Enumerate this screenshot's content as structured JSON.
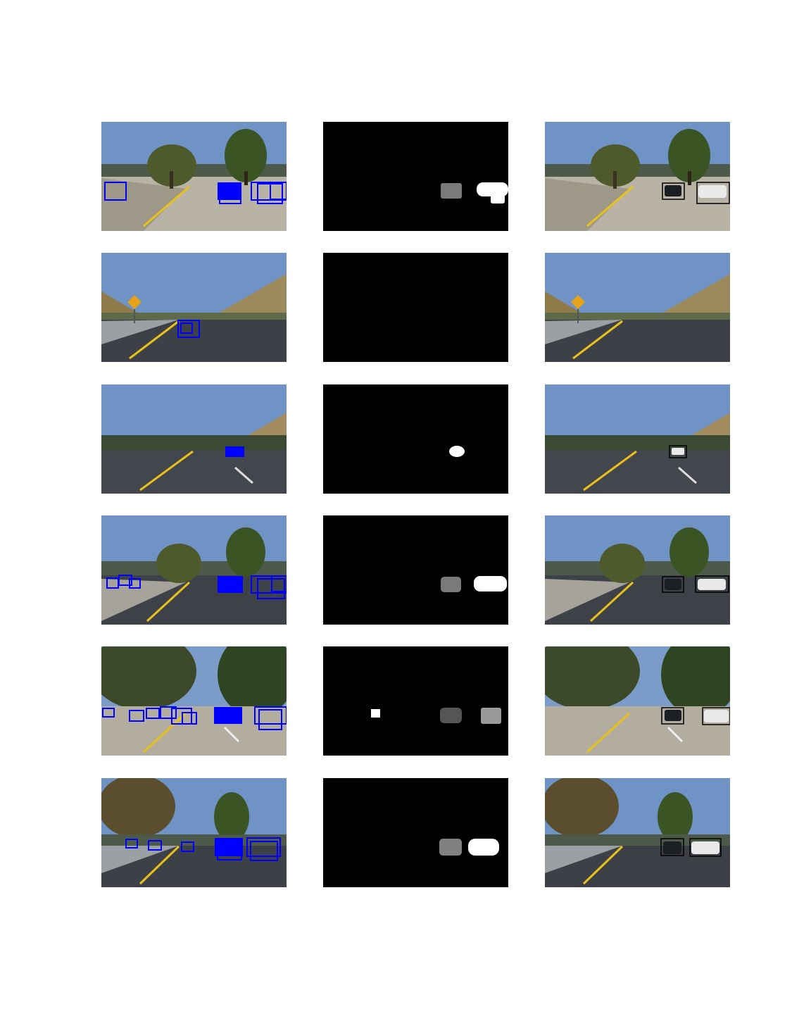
{
  "layout": {
    "rows": 6,
    "columns": [
      "sliding-window-detections",
      "heatmap",
      "final-bounding-boxes"
    ]
  },
  "colors": {
    "detection_box": "#0000ff",
    "final_box": "#000000",
    "heatmap_background": "#000000",
    "sky": "#6f93c4",
    "road": "#4a4a52",
    "lane_yellow": "#e8c21a"
  },
  "rows": [
    {
      "scene": "tree-road-two-cars",
      "cars_detected": 2,
      "heat_blobs": 2
    },
    {
      "scene": "deer-sign-curve",
      "cars_detected": 0,
      "heat_blobs": 0
    },
    {
      "scene": "hillside-distant-car",
      "cars_detected": 1,
      "heat_blobs": 1
    },
    {
      "scene": "tree-road-two-cars",
      "cars_detected": 2,
      "heat_blobs": 2
    },
    {
      "scene": "shaded-trees-two-cars",
      "cars_detected": 2,
      "heat_blobs": 3
    },
    {
      "scene": "tree-road-two-cars",
      "cars_detected": 2,
      "heat_blobs": 2
    }
  ]
}
